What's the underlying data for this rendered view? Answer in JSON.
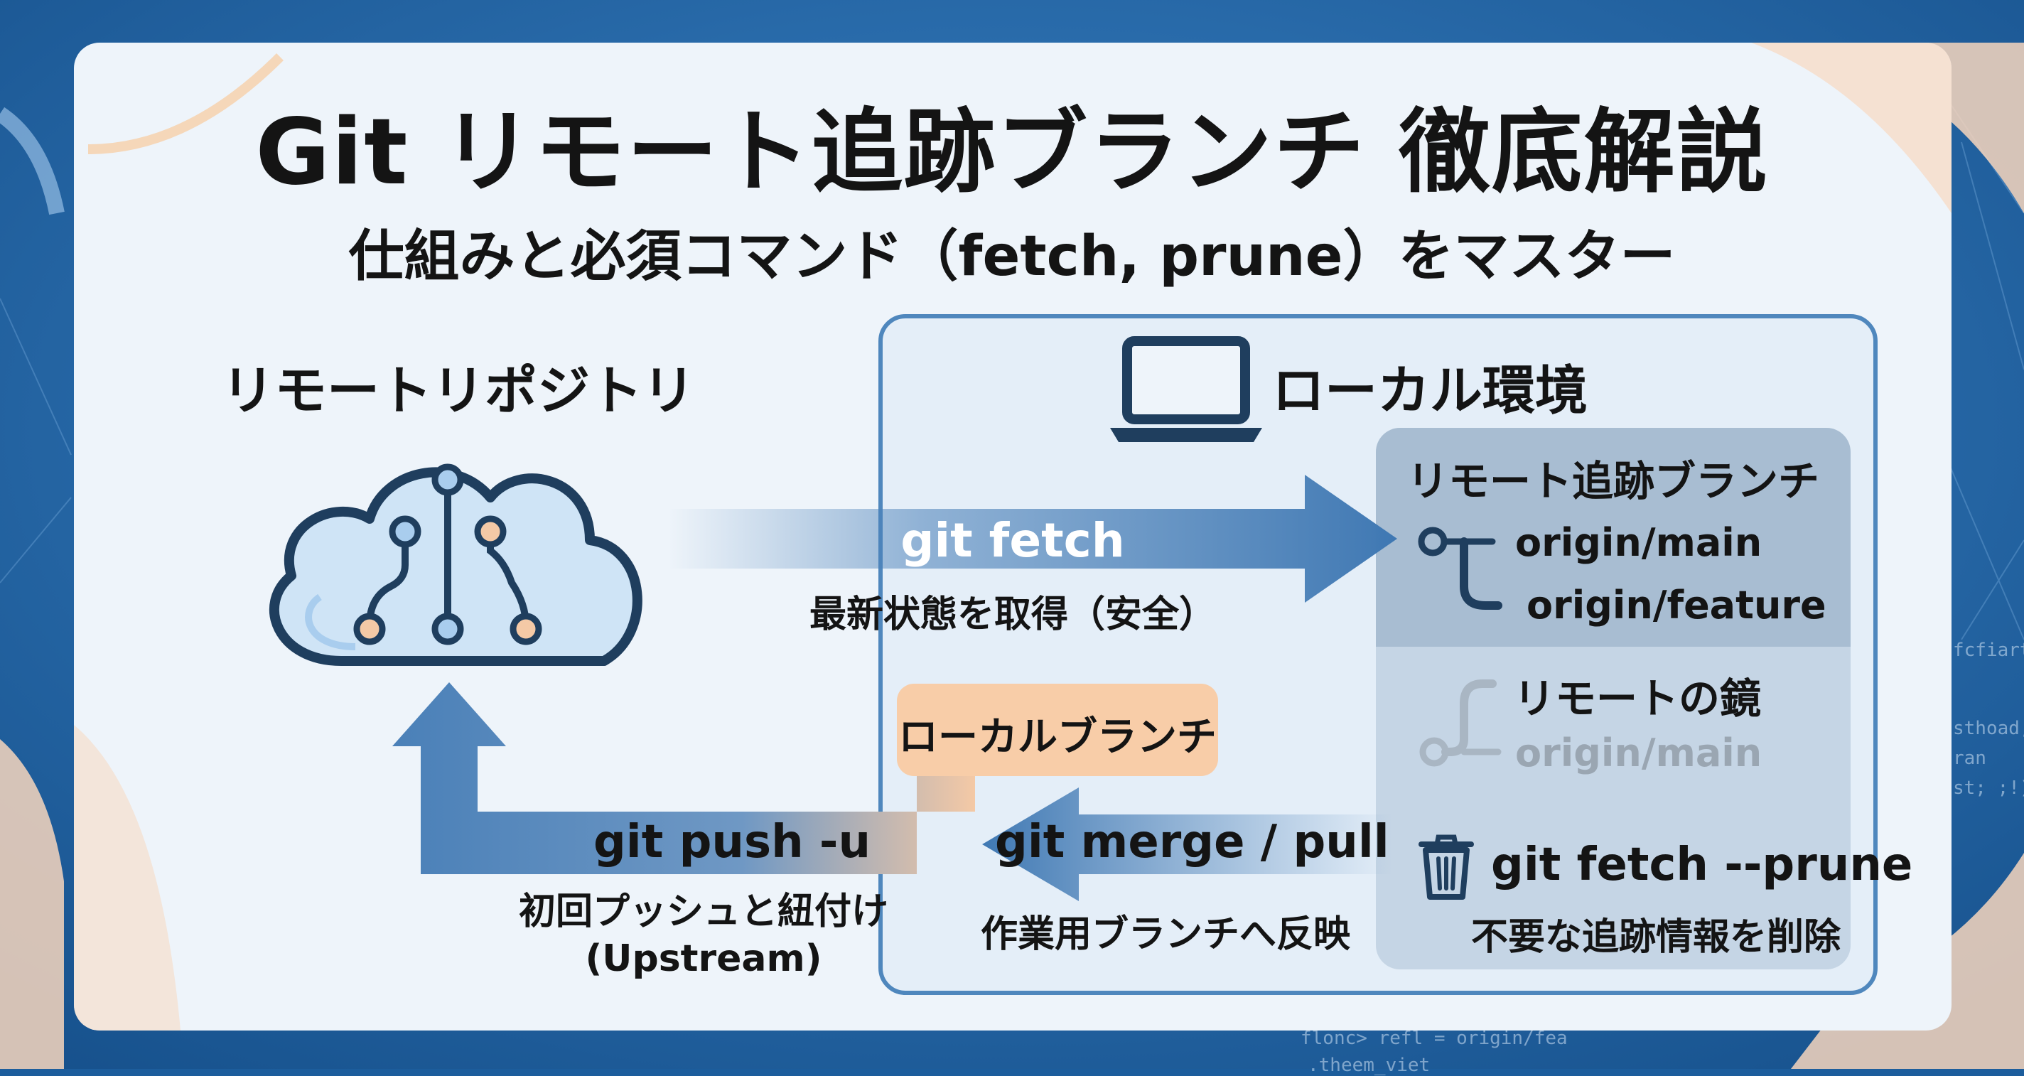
{
  "title": "Git リモート追跡ブランチ 徹底解説",
  "subtitle": "仕組みと必須コマンド（fetch, prune）をマスター",
  "remote": {
    "label": "リモートリポジトリ"
  },
  "local": {
    "label": "ローカル環境"
  },
  "tracking": {
    "title": "リモート追跡ブランチ",
    "branches": [
      "origin/main",
      "origin/feature"
    ],
    "mirror_title": "リモートの鏡",
    "mirror_branch": "origin/main"
  },
  "fetch": {
    "label": "git fetch",
    "desc": "最新状態を取得（安全）"
  },
  "local_branch": {
    "label": "ローカルブランチ"
  },
  "push": {
    "label": "git push -u",
    "desc_line1": "初回プッシュと紐付け",
    "desc_line2": "(Upstream)"
  },
  "merge": {
    "label": "git merge / pull",
    "desc": "作業用ブランチへ反映"
  },
  "prune": {
    "label": "git fetch --prune",
    "desc": "不要な追跡情報を削除"
  },
  "background_code": [
    "fcfiartld)",
    "sthoad;",
    "ran",
    "st; ;!)",
    "flonc> refl = origin/fea",
    ".theem_viet"
  ],
  "icons": {
    "remote": "cloud-network-icon",
    "local": "laptop-icon",
    "prune": "trash-icon"
  },
  "colors": {
    "accent_blue": "#1c5d9c",
    "arrow_blue": "#4a80b8",
    "peach": "#f8cda8",
    "panel_border": "#4f87bd"
  }
}
